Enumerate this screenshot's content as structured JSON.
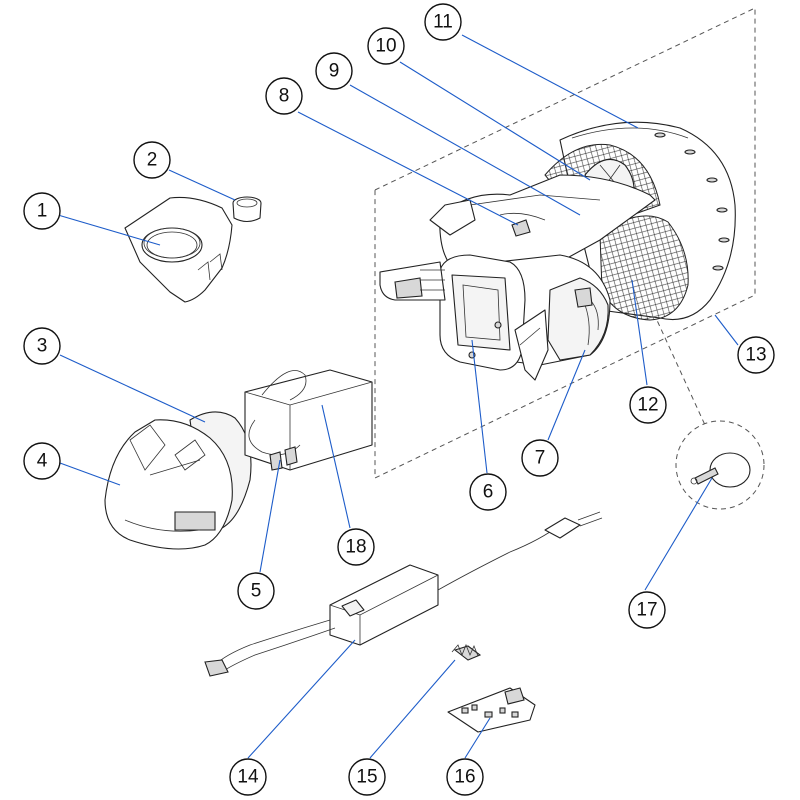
{
  "callouts": [
    {
      "label": "1"
    },
    {
      "label": "2"
    },
    {
      "label": "3"
    },
    {
      "label": "4"
    },
    {
      "label": "5"
    },
    {
      "label": "6"
    },
    {
      "label": "7"
    },
    {
      "label": "8"
    },
    {
      "label": "9"
    },
    {
      "label": "10"
    },
    {
      "label": "11"
    },
    {
      "label": "12"
    },
    {
      "label": "13"
    },
    {
      "label": "14"
    },
    {
      "label": "15"
    },
    {
      "label": "16"
    },
    {
      "label": "17"
    },
    {
      "label": "18"
    }
  ],
  "colors": {
    "leader": "#1d5cc9",
    "outline": "#222222",
    "background": "#ffffff"
  }
}
